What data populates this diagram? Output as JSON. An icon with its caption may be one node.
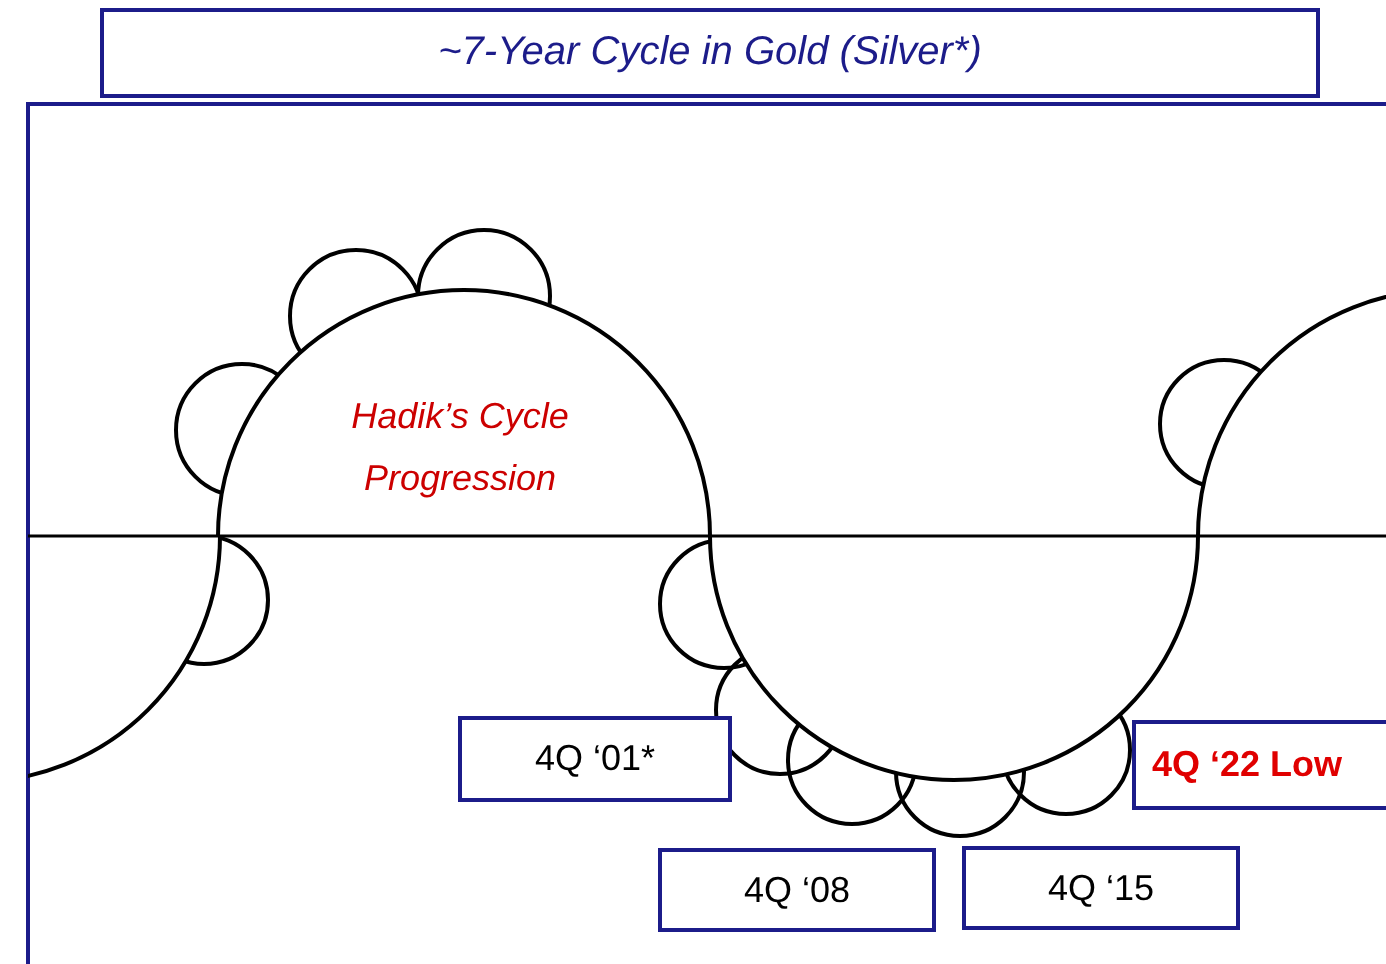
{
  "diagram": {
    "title": "~7-Year Cycle in Gold (Silver*)",
    "nodes": [
      {
        "text": [
          "4Q ‘01*"
        ]
      },
      {
        "text": [
          "4Q ‘08"
        ]
      },
      {
        "text": [
          "4Q ‘15"
        ]
      },
      {
        "text": [
          "4Q ‘22 Low"
        ]
      }
    ],
    "edges": [],
    "labels": [
      "Hadik’s Cycle Progression"
    ]
  }
}
